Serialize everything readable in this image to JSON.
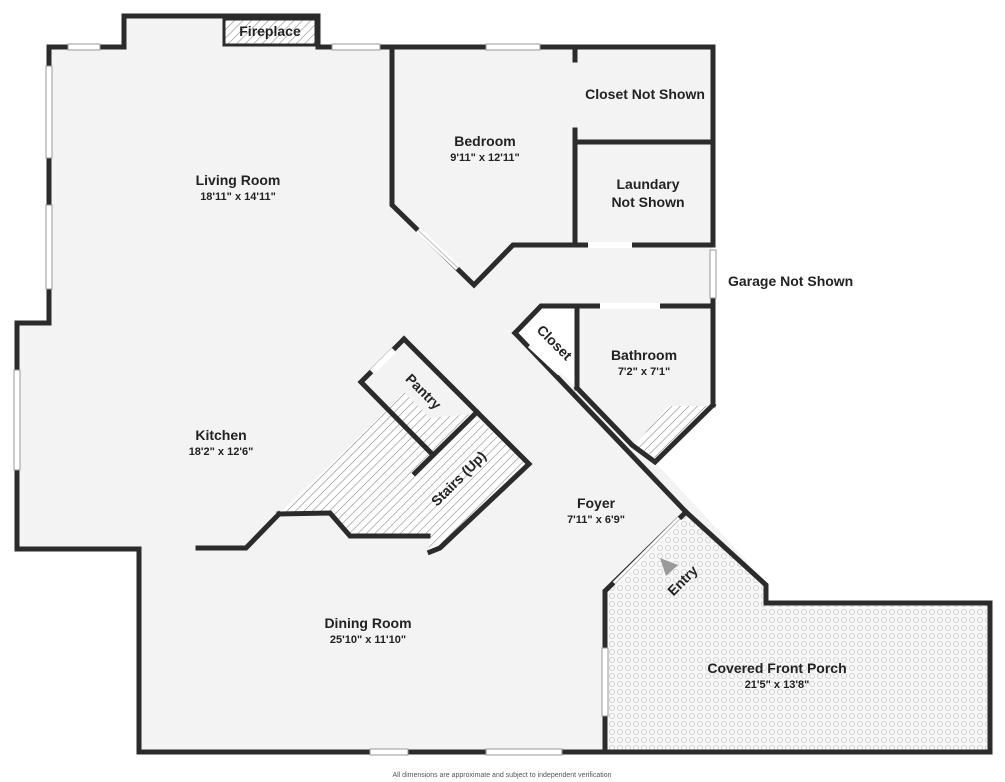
{
  "fireplace": {
    "label": "Fireplace"
  },
  "rooms": {
    "living_room": {
      "name": "Living Room",
      "dims": "18'11\" x 14'11\""
    },
    "bedroom": {
      "name": "Bedroom",
      "dims": "9'11\" x 12'11\""
    },
    "closet_not_shown": {
      "name": "Closet Not Shown"
    },
    "laundry": {
      "name_line1": "Laundary",
      "name_line2": "Not Shown"
    },
    "garage": {
      "name": "Garage Not Shown"
    },
    "closet": {
      "name": "Closet"
    },
    "bathroom": {
      "name": "Bathroom",
      "dims": "7'2\" x 7'1\""
    },
    "pantry": {
      "name": "Pantry"
    },
    "kitchen": {
      "name": "Kitchen",
      "dims": "18'2\" x 12'6\""
    },
    "stairs": {
      "name": "Stairs (Up)"
    },
    "foyer": {
      "name": "Foyer",
      "dims": "7'11\" x 6'9\""
    },
    "entry": {
      "name": "Entry"
    },
    "dining_room": {
      "name": "Dining Room",
      "dims": "25'10\" x 11'10\""
    },
    "porch": {
      "name": "Covered Front Porch",
      "dims": "21'5\" x 13'8\""
    }
  },
  "footer": {
    "note": "All dimensions are approximate and subject to independent verification"
  },
  "colors": {
    "wall": "#2b2b2b",
    "floor": "#f3f3f3",
    "hatch": "#8a8a8a",
    "porch_tile": "#cfcfcf"
  }
}
